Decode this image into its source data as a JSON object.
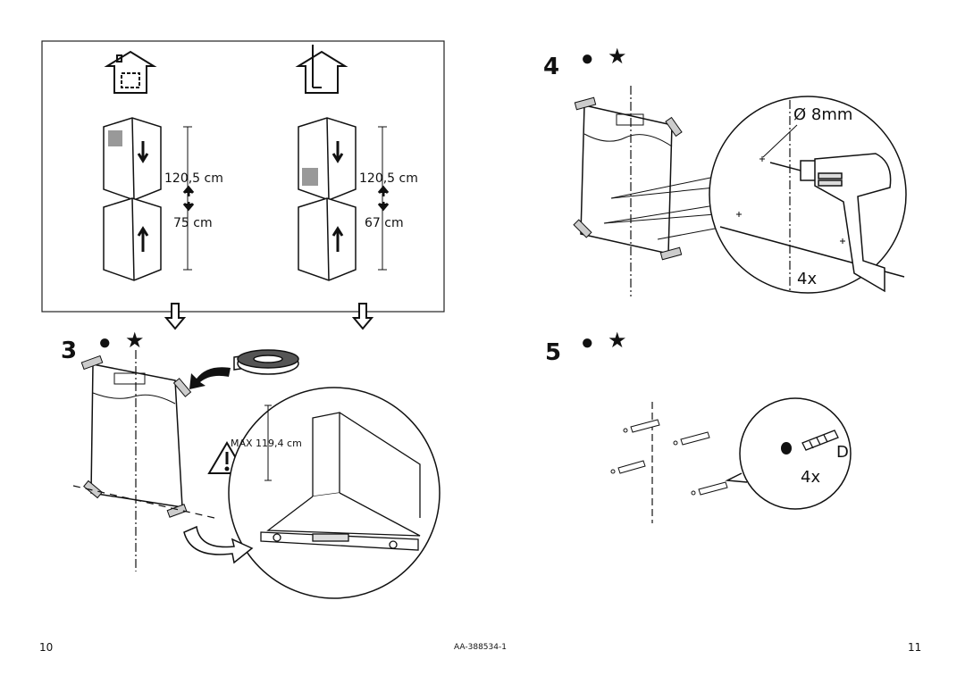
{
  "top_panel": {
    "left": {
      "upper_len": "120,5 cm",
      "lower_len": "75 cm"
    },
    "right": {
      "upper_len": "120,5 cm",
      "lower_len": "67 cm"
    }
  },
  "step3": {
    "number": "3",
    "max_label": "MAX 119,4 cm"
  },
  "step4": {
    "number": "4",
    "drill_label": "Ø 8mm",
    "count": "4x"
  },
  "step5": {
    "number": "5",
    "plug_label": "D",
    "count": "4x"
  },
  "symbols": {
    "dot": "●",
    "star": "★"
  },
  "footer": {
    "left_page": "10",
    "doc_code": "AA-388534-1",
    "right_page": "11"
  }
}
